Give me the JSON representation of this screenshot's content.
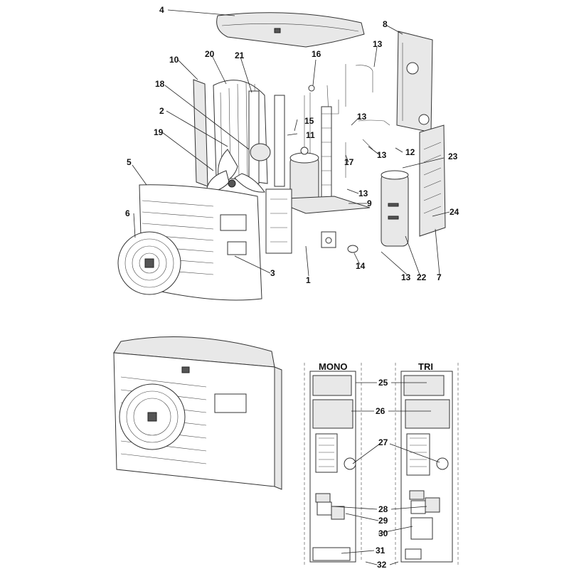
{
  "panel_titles": {
    "mono": "MONO",
    "tri": "TRI"
  },
  "labels": [
    "4",
    "8",
    "10",
    "20",
    "21",
    "16",
    "13",
    "18",
    "2",
    "15",
    "13",
    "11",
    "19",
    "12",
    "13",
    "5",
    "17",
    "23",
    "13",
    "9",
    "6",
    "24",
    "3",
    "1",
    "14",
    "13",
    "22",
    "7",
    "25",
    "26",
    "27",
    "28",
    "29",
    "30",
    "31",
    "32"
  ]
}
